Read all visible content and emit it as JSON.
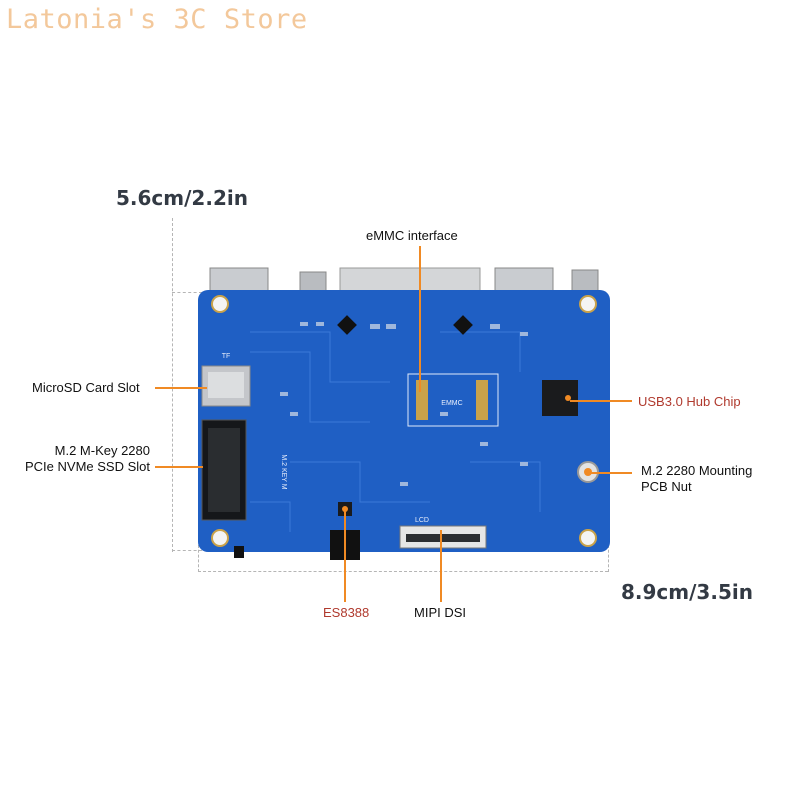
{
  "header": {
    "store_name": "Latonia's 3C Store"
  },
  "dimensions": {
    "height": "5.6cm/2.2in",
    "width": "8.9cm/3.5in"
  },
  "callouts": {
    "emmc": "eMMC interface",
    "microsd": "MicroSD Card Slot",
    "m2_slot_line1": "M.2 M-Key 2280",
    "m2_slot_line2": "PCIe NVMe SSD Slot",
    "usb_hub": "USB3.0 Hub Chip",
    "m2_nut_line1": "M.2 2280 Mounting",
    "m2_nut_line2": "PCB Nut",
    "es8388": "ES8388",
    "mipi_dsi": "MIPI DSI"
  },
  "board": {
    "silkscreen_emmc": "EMMC",
    "silkscreen_lcd": "LCD",
    "silkscreen_m2": "M.2 KEY M",
    "silkscreen_tf": "TF"
  },
  "colors": {
    "pcb": "#1f5fc4",
    "leader": "#f08a24",
    "callout_red": "#b03a2e",
    "store_title": "#f3c89b"
  },
  "icons": [
    "sbc-board-image"
  ]
}
